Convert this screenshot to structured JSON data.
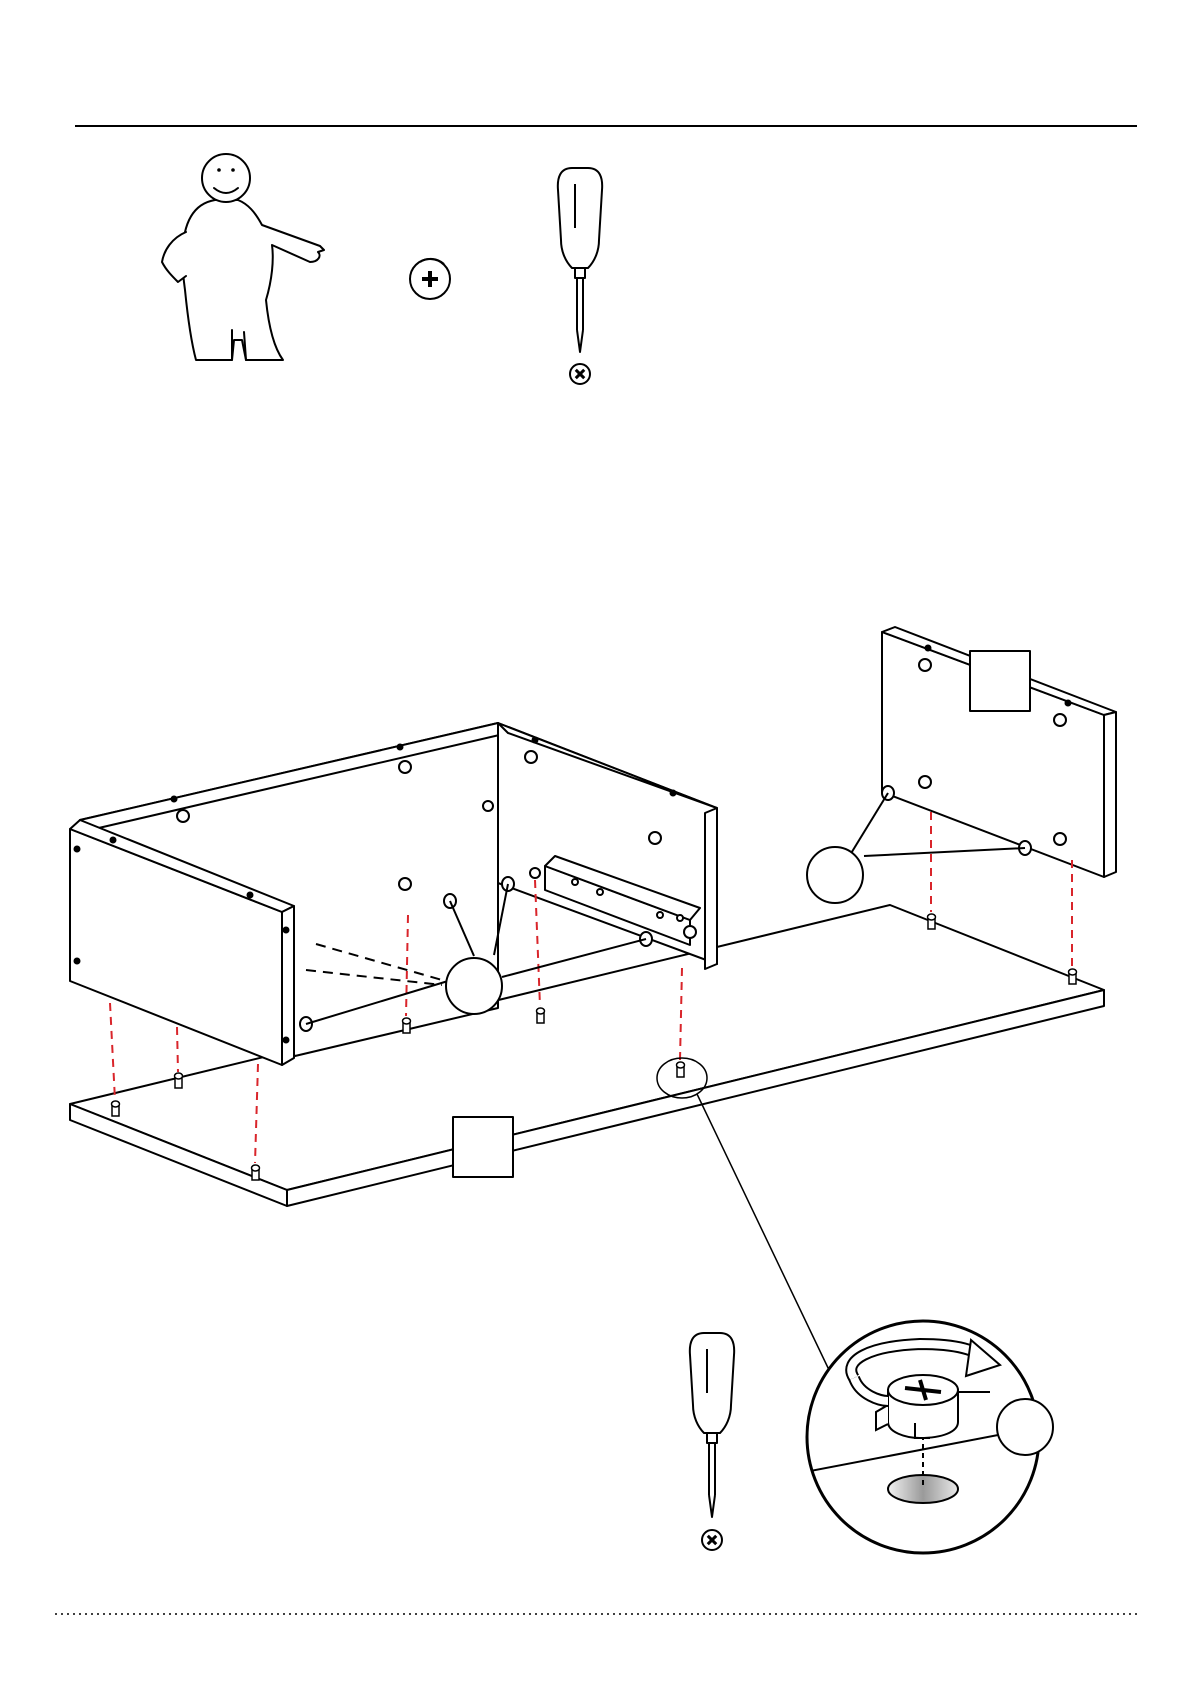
{
  "page": {
    "background": "#ffffff",
    "line_color": "#000000",
    "dowel_line_color": "#d9252b"
  },
  "header": {
    "tools": [
      {
        "icon": "ikea-man-icon"
      },
      {
        "icon": "cam-lock-icon"
      },
      {
        "icon": "phillips-screwdriver-icon"
      }
    ]
  },
  "parts": [
    {
      "name": "side-panel-left",
      "label": ""
    },
    {
      "name": "back-panel",
      "label": ""
    },
    {
      "name": "side-panel-right",
      "label": ""
    },
    {
      "name": "end-panel",
      "label": ""
    },
    {
      "name": "bottom-panel",
      "label": ""
    }
  ],
  "callouts": [
    {
      "name": "cam-lock-callout-center",
      "label": ""
    },
    {
      "name": "cam-lock-callout-right",
      "label": ""
    },
    {
      "name": "detail-callout",
      "label": ""
    }
  ],
  "detail": {
    "action": "rotate-clockwise",
    "icon": "cam-lock-tighten-icon",
    "tool_icon": "phillips-screwdriver-icon"
  }
}
